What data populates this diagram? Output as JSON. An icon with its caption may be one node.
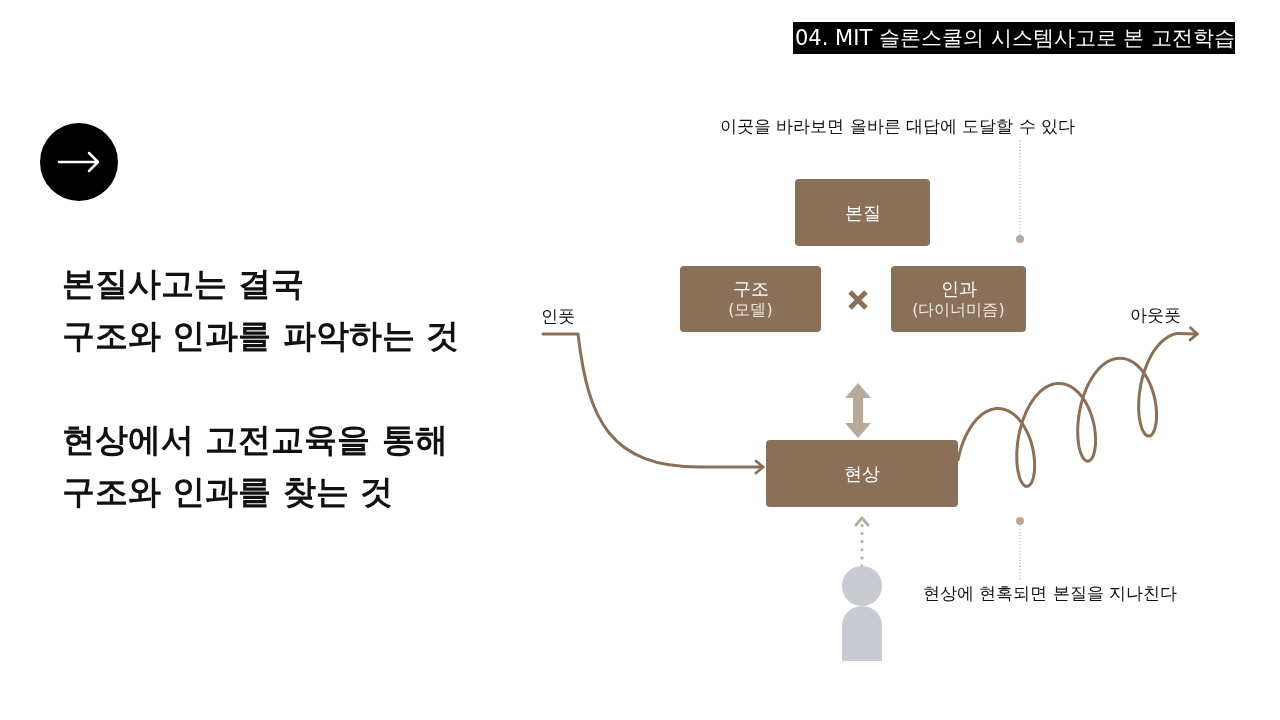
{
  "diagram": {
    "title": "04. MIT 슬론스쿨의 시스템사고로 본 고전학습",
    "nodes": [
      {
        "text": [
          "본질"
        ]
      },
      {
        "text": [
          "구조",
          "(모델)"
        ]
      },
      {
        "text": [
          "인과",
          "(다이너미즘)"
        ]
      },
      {
        "text": [
          "현상"
        ]
      },
      {
        "text": [],
        "shape": "person"
      },
      {
        "text": [
          "인풋"
        ]
      },
      {
        "text": [
          "아웃풋"
        ]
      },
      {
        "text": [
          "이곳을 바라보면 올바른 대답에 도달할 수 있다"
        ]
      },
      {
        "text": [
          "현상에 현혹되면 본질을 지나친다"
        ]
      }
    ],
    "edges": [
      {
        "from": 5,
        "to": 3,
        "arrow": "to",
        "color": "#8b7059"
      },
      {
        "from": 3,
        "to": 6,
        "arrow": "to",
        "color": "#8b7059"
      },
      {
        "from": 7,
        "to": 2,
        "arrow": "other",
        "style": "dashed",
        "color": "#b8aa9a"
      },
      {
        "from": 4,
        "to": 3,
        "arrow": "to",
        "style": "dashed",
        "color": "#b8aa9a"
      },
      {
        "from": 8,
        "to": null,
        "arrow": "other",
        "style": "dashed",
        "color": "#b8aa9a"
      }
    ],
    "labels": [
      "본질사고는 결국 구조와 인과를 파악하는 것",
      "현상에서 고전교육을 통해 구조와 인과를 찾는 것"
    ]
  }
}
